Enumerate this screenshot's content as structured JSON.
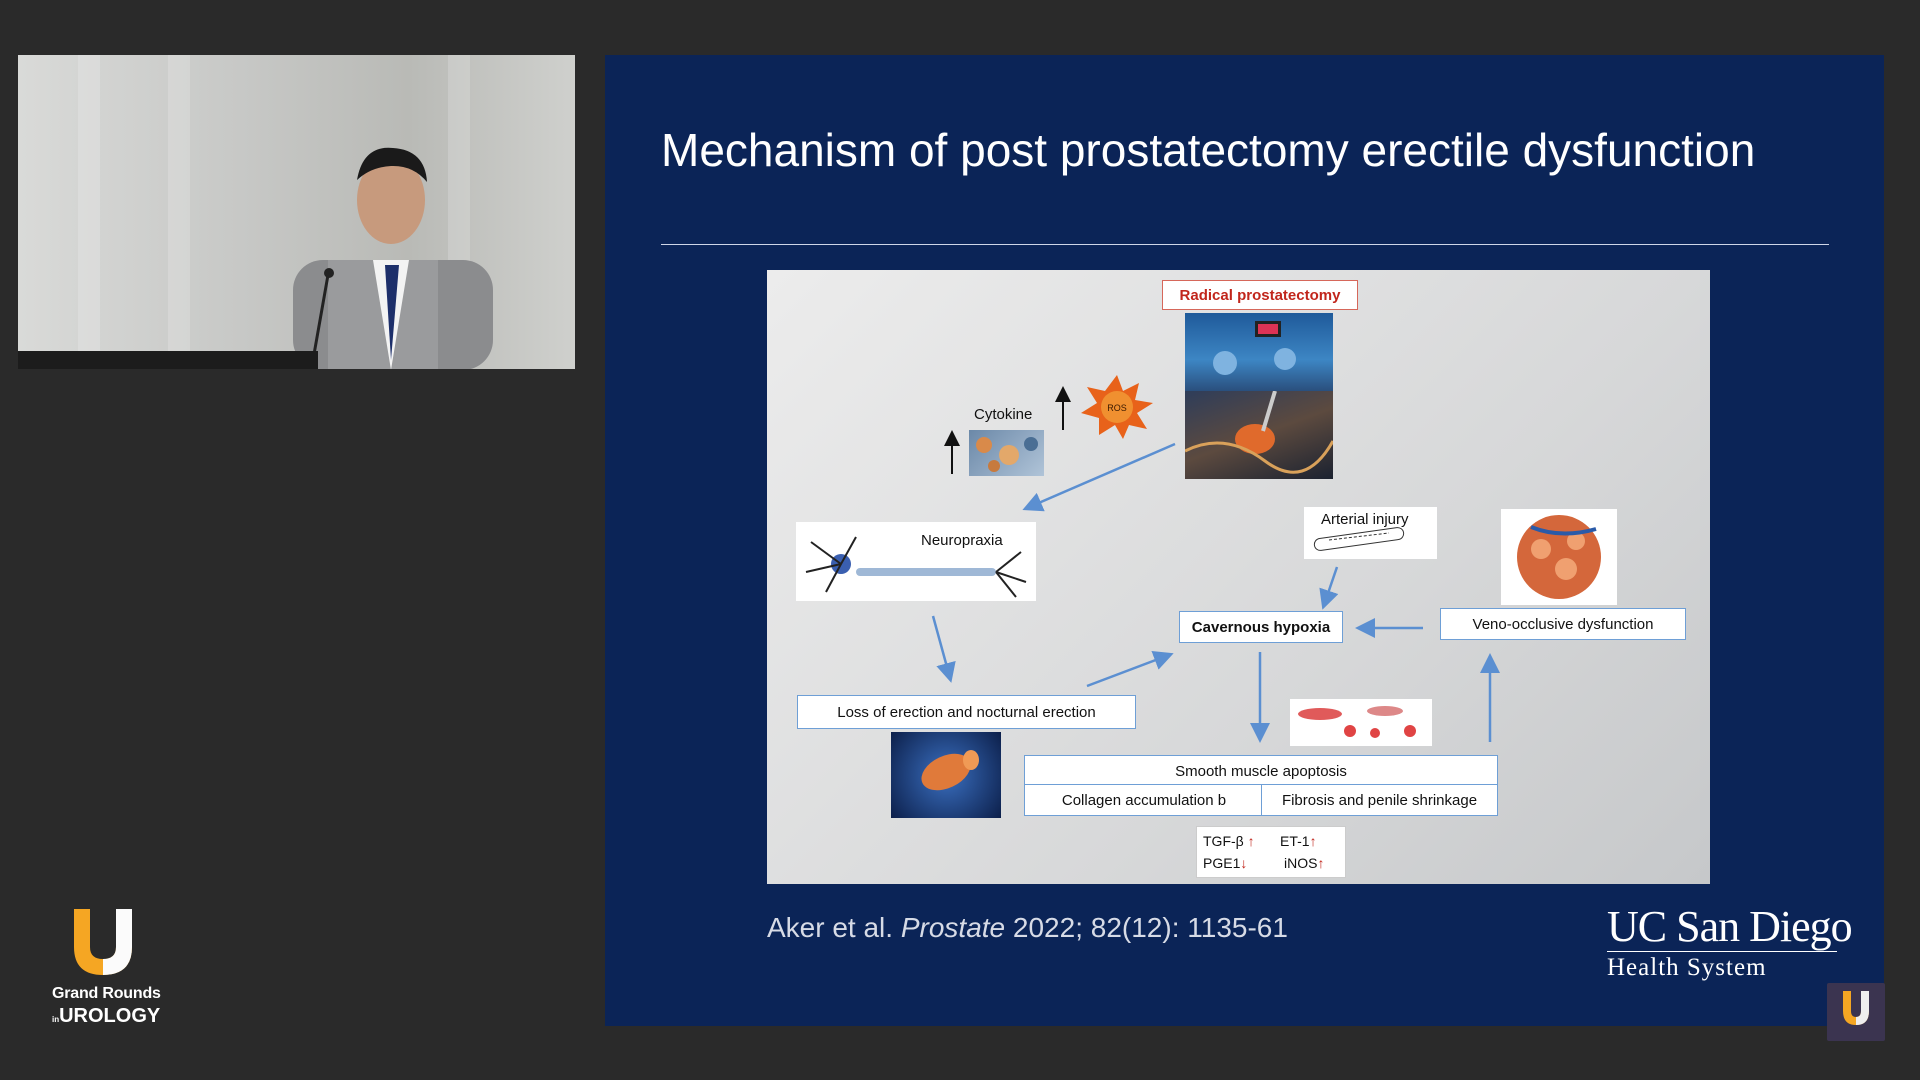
{
  "slide": {
    "title": "Mechanism of post prostatectomy erectile dysfunction",
    "citation_author": "Aker et al.",
    "citation_journal": "Prostate",
    "citation_details": "2022; 82(12): 1135-61",
    "institution_line1": "UC San Diego",
    "institution_line2": "Health System"
  },
  "branding": {
    "line1": "Grand Rounds",
    "line2_small": "in",
    "line2": "UROLOGY"
  },
  "figure": {
    "radical": "Radical prostatectomy",
    "cytokine": "Cytokine",
    "ros": "ROS",
    "neuropraxia": "Neuropraxia",
    "arterial_injury": "Arterial injury",
    "cavernous_hypoxia": "Cavernous hypoxia",
    "veno_occlusive": "Veno-occlusive dysfunction",
    "loss_of_erection": "Loss of erection and nocturnal erection",
    "smooth_muscle": "Smooth muscle apoptosis",
    "collagen": "Collagen accumulation b",
    "fibrosis": "Fibrosis and penile shrinkage",
    "markers": {
      "tgf": "TGF-β",
      "et1": "ET-1",
      "pge1": "PGE1",
      "inos": "iNOS"
    }
  },
  "colors": {
    "slide_bg": "#0b2457",
    "accent_orange": "#f5a623",
    "arrow_blue": "#5b8fd1",
    "red_label": "#c1261c"
  }
}
